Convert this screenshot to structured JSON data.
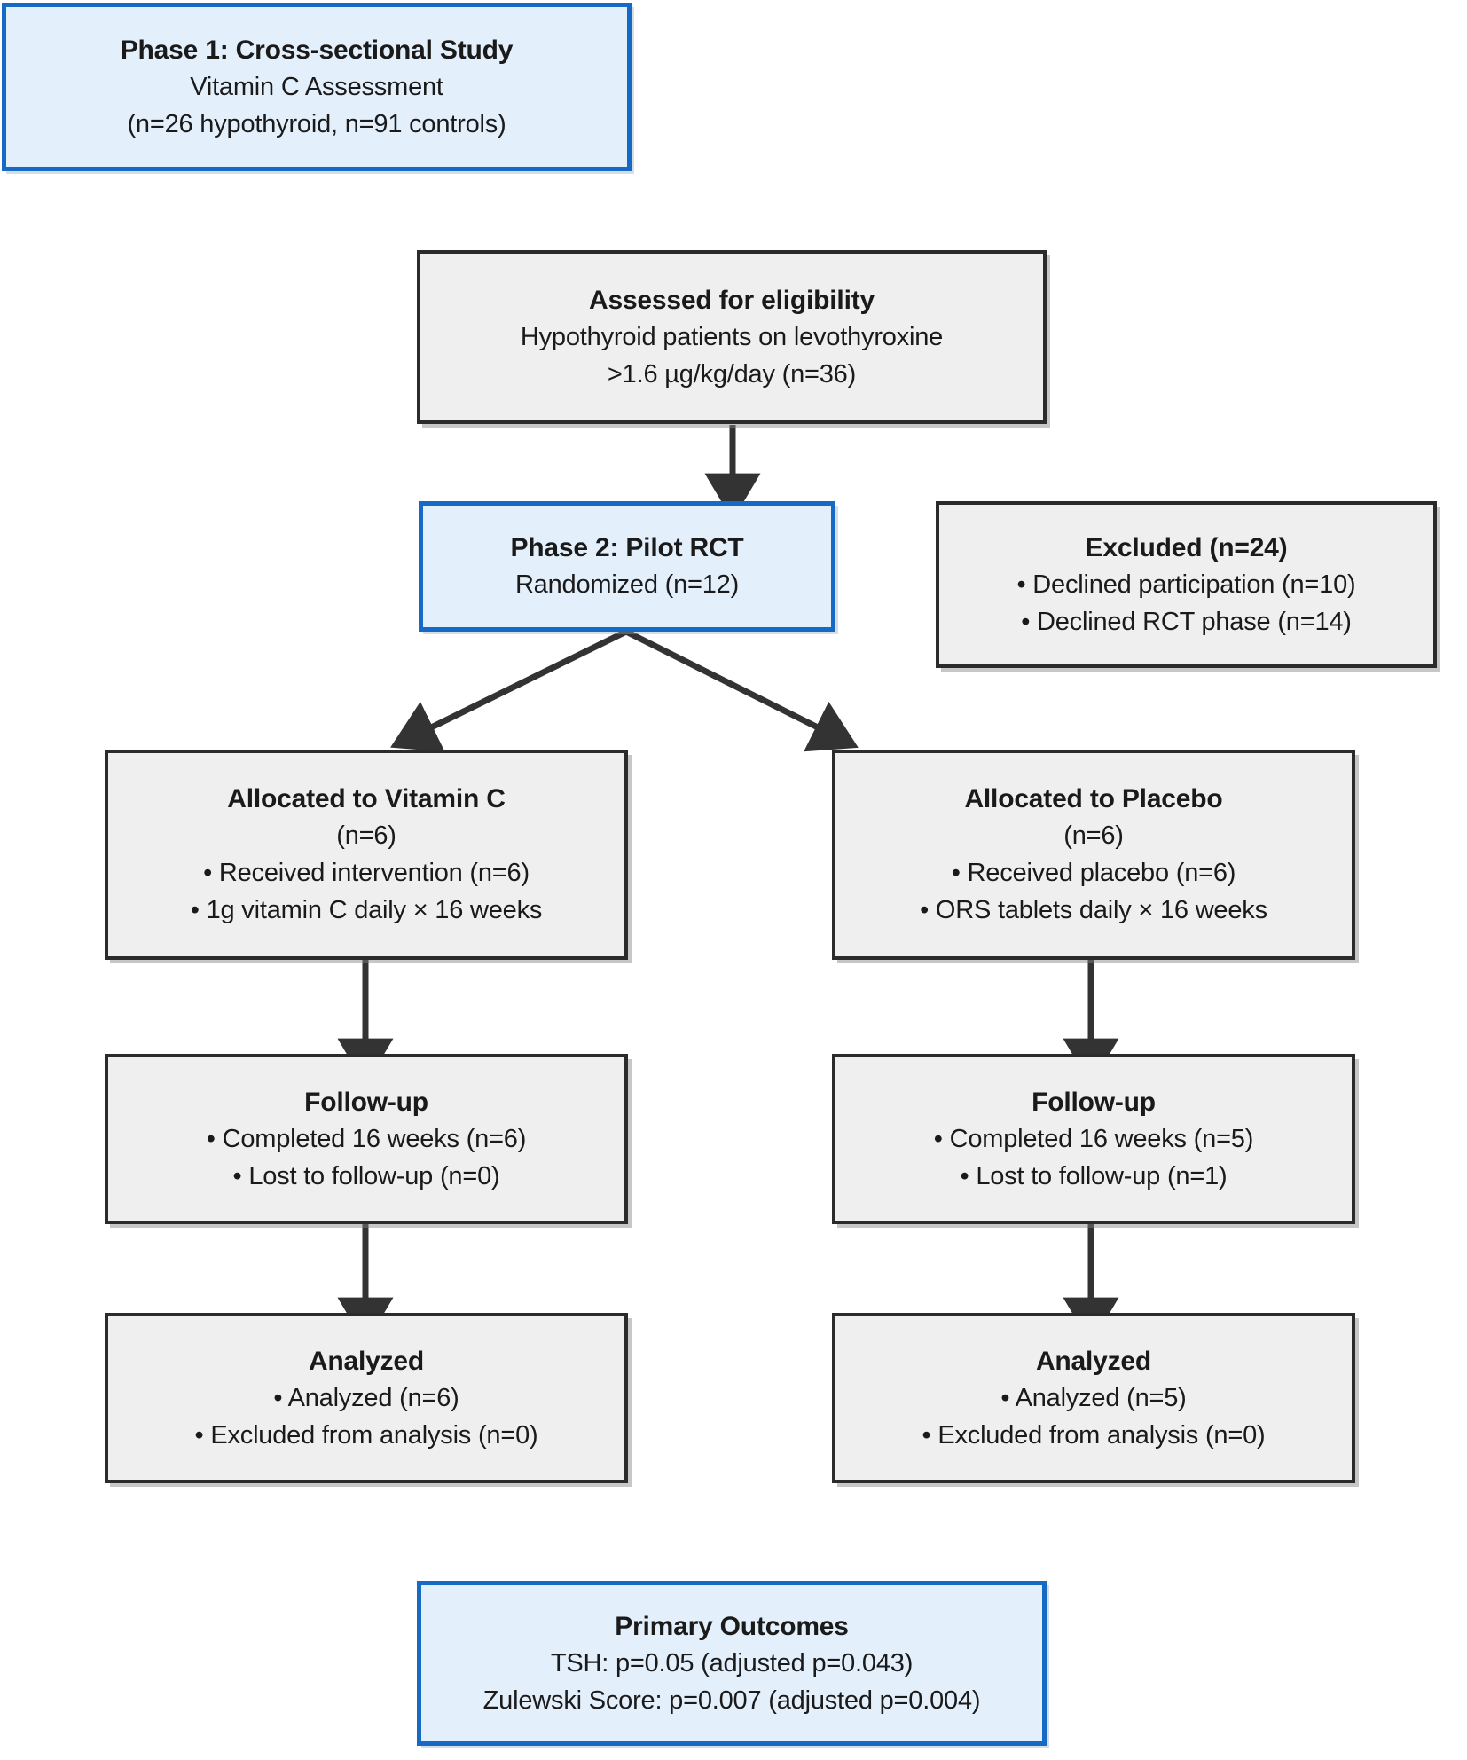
{
  "diagram": {
    "type": "consort-flow-diagram",
    "accent_blue_border": "#1769c6",
    "accent_blue_fill": "#e4effc",
    "grey_border": "#2b2b2b",
    "grey_fill": "#efefef"
  },
  "nodes": {
    "phase1": {
      "title": "Phase 1: Cross-sectional Study",
      "lines": [
        "Vitamin C Assessment",
        "(n=26 hypothyroid, n=91 controls)"
      ]
    },
    "eligibility": {
      "title": "Assessed for eligibility",
      "lines": [
        "Hypothyroid patients on levothyroxine",
        ">1.6 µg/kg/day (n=36)"
      ]
    },
    "phase2": {
      "title": "Phase 2: Pilot RCT",
      "lines": [
        "Randomized (n=12)"
      ]
    },
    "excluded": {
      "title": "Excluded (n=24)",
      "lines": [
        "• Declined participation (n=10)",
        "• Declined RCT phase (n=14)"
      ]
    },
    "allocated_vitc": {
      "title": "Allocated to Vitamin C",
      "lines": [
        "(n=6)",
        "• Received intervention (n=6)",
        "• 1g vitamin C daily × 16 weeks"
      ]
    },
    "allocated_placebo": {
      "title": "Allocated to Placebo",
      "lines": [
        "(n=6)",
        "• Received placebo (n=6)",
        "• ORS tablets daily × 16 weeks"
      ]
    },
    "followup_vitc": {
      "title": "Follow-up",
      "lines": [
        "• Completed 16 weeks (n=6)",
        "• Lost to follow-up (n=0)"
      ]
    },
    "followup_placebo": {
      "title": "Follow-up",
      "lines": [
        "• Completed 16 weeks (n=5)",
        "• Lost to follow-up (n=1)"
      ]
    },
    "analyzed_vitc": {
      "title": "Analyzed",
      "lines": [
        "• Analyzed (n=6)",
        "• Excluded from analysis (n=0)"
      ]
    },
    "analyzed_placebo": {
      "title": "Analyzed",
      "lines": [
        "• Analyzed (n=5)",
        "• Excluded from analysis (n=0)"
      ]
    },
    "primary_outcomes": {
      "title": "Primary Outcomes",
      "lines": [
        "TSH: p=0.05 (adjusted p=0.043)",
        "Zulewski Score: p=0.007 (adjusted p=0.004)"
      ]
    }
  }
}
